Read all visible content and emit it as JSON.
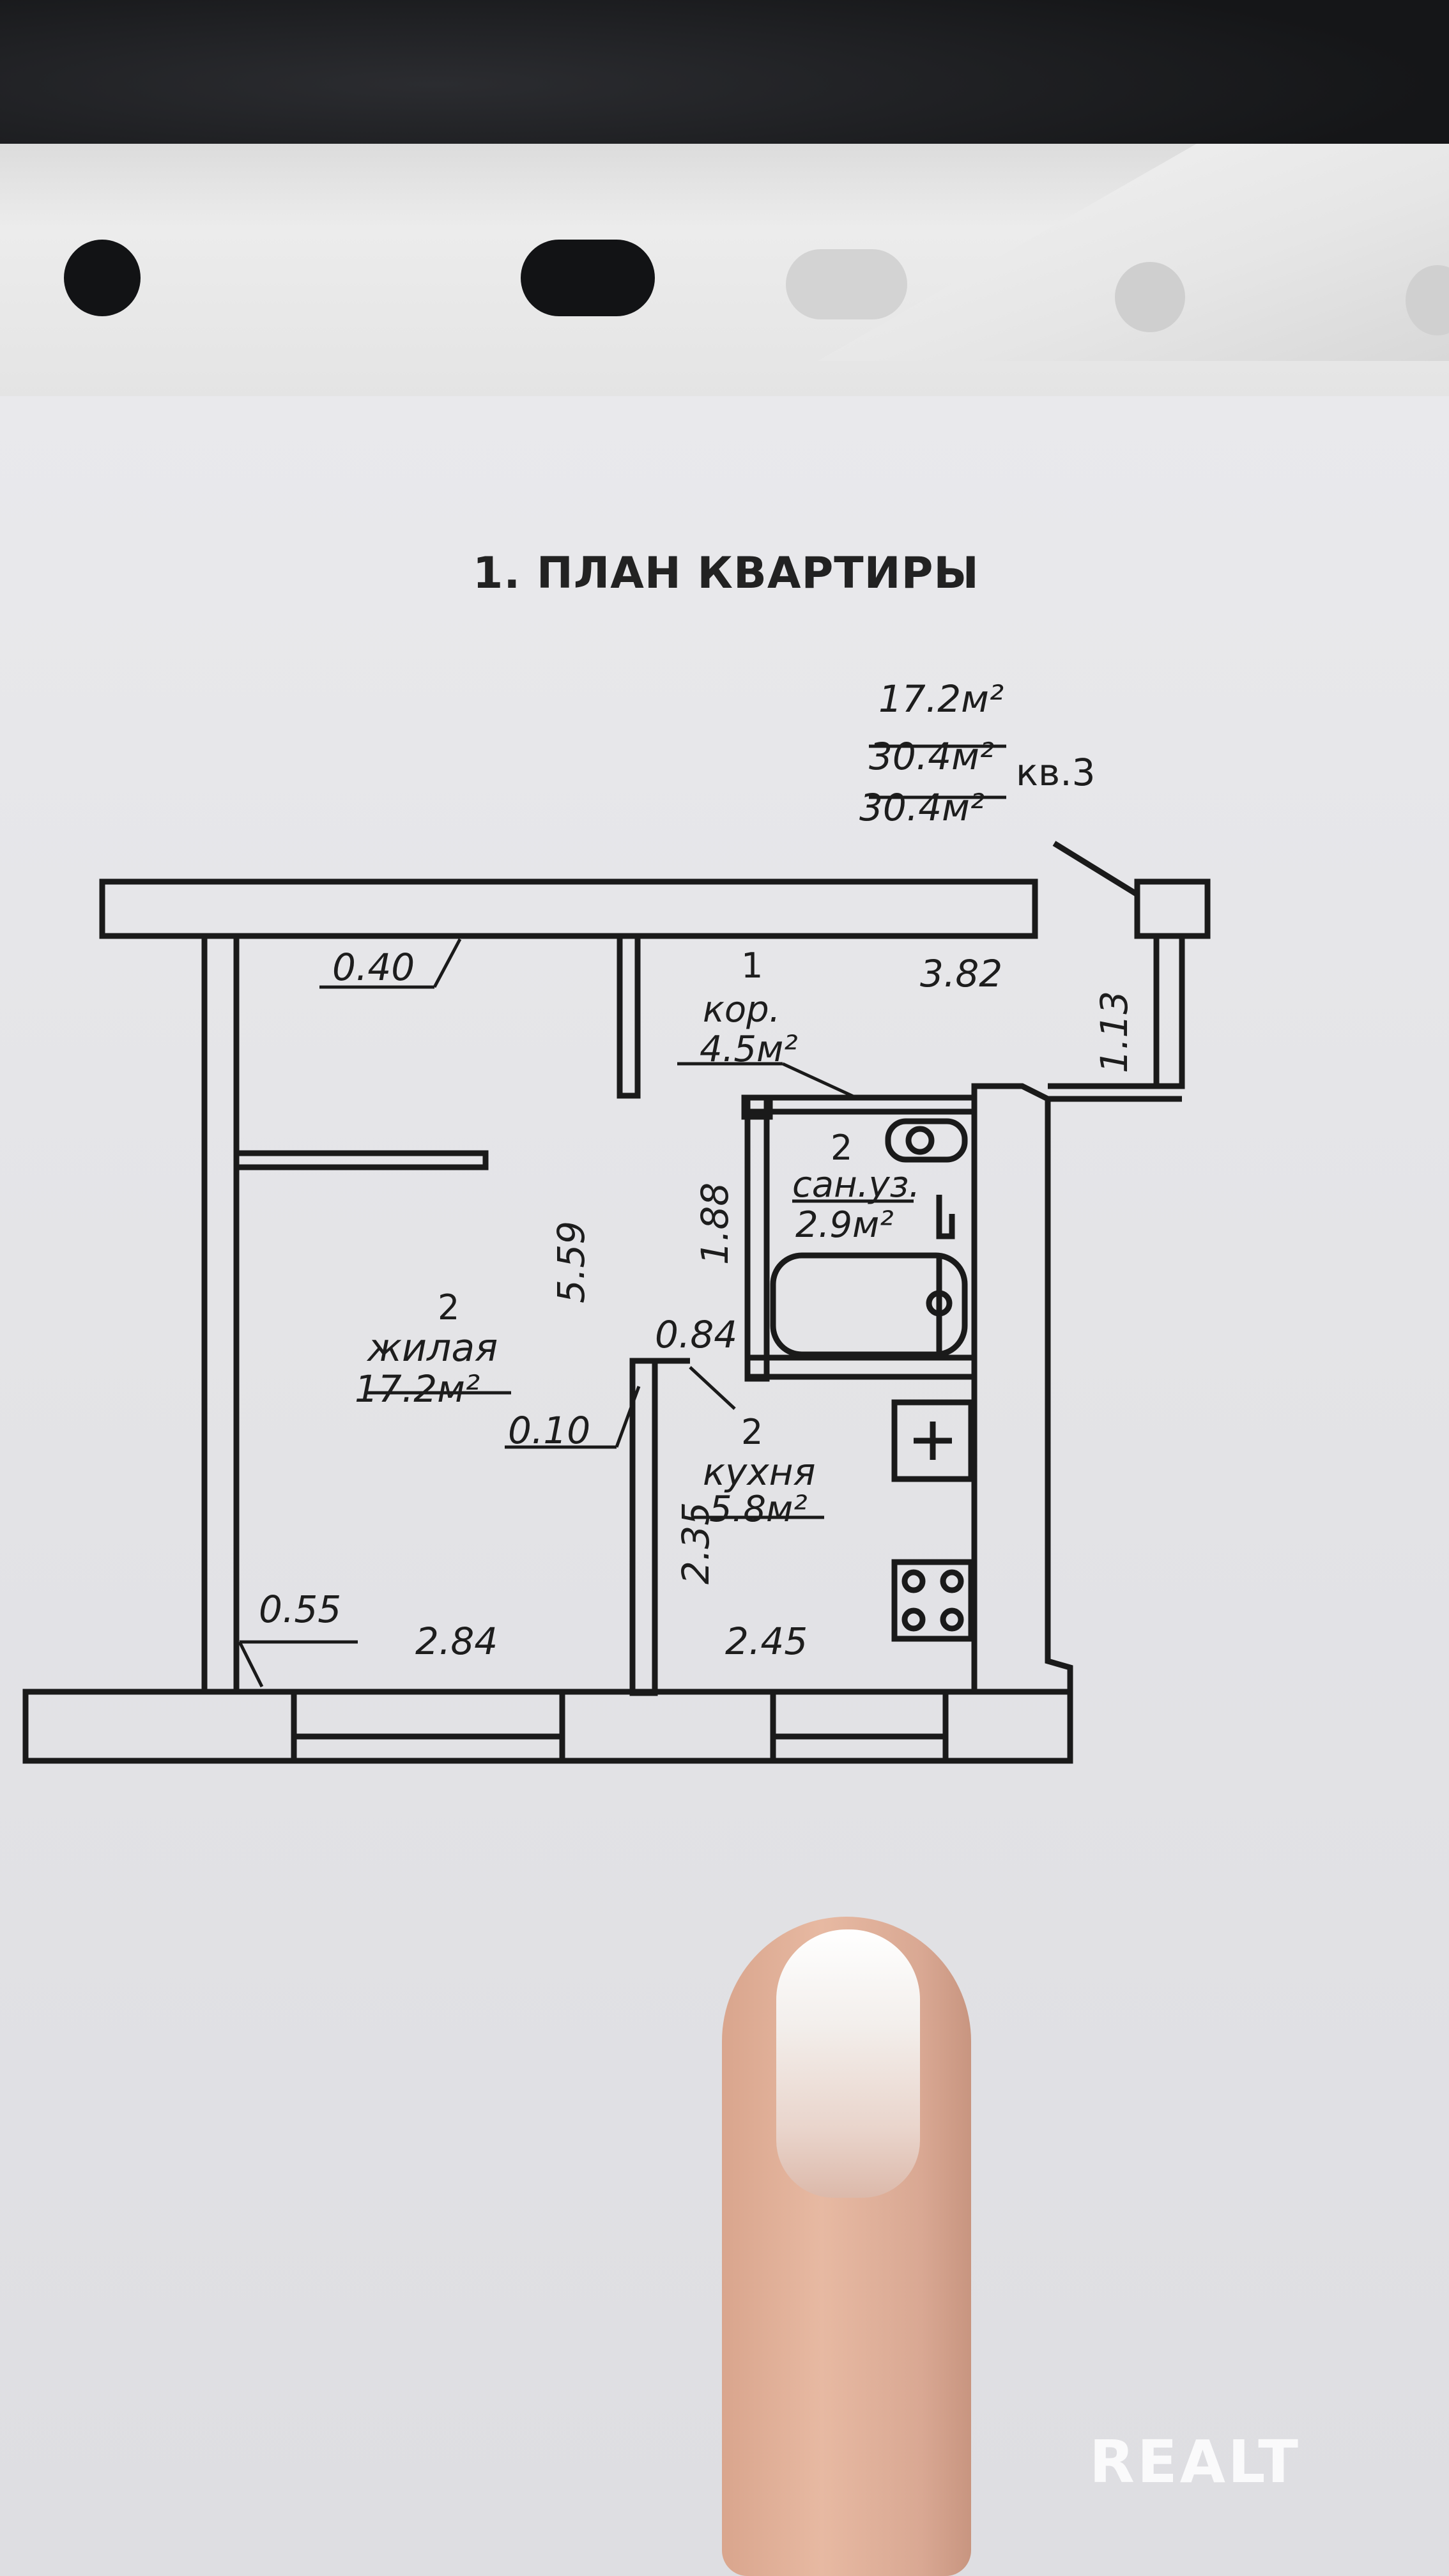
{
  "document": {
    "title": "1. ПЛАН КВАРТИРЫ",
    "apartment": {
      "living_area": "17.2м²",
      "total_area": "30.4м²",
      "total_area_2": "30.4м²",
      "label": "кв.3"
    },
    "rooms": [
      {
        "number": "1",
        "name": "кор.",
        "area": "4.5м²"
      },
      {
        "number": "2",
        "name": "сан.уз.",
        "area": "2.9м²"
      },
      {
        "number": "2",
        "name": "жилая",
        "area": "17.2м²"
      },
      {
        "number": "2",
        "name": "кухня",
        "area": "5.8м²"
      }
    ],
    "dimensions": {
      "d040": "0.40",
      "d382": "3.82",
      "d113": "1.13",
      "d559": "5.59",
      "d188": "1.88",
      "d084": "0.84",
      "d010": "0.10",
      "d235": "2.35",
      "d055": "0.55",
      "d284": "2.84",
      "d245": "2.45"
    }
  },
  "watermark": "REALT"
}
